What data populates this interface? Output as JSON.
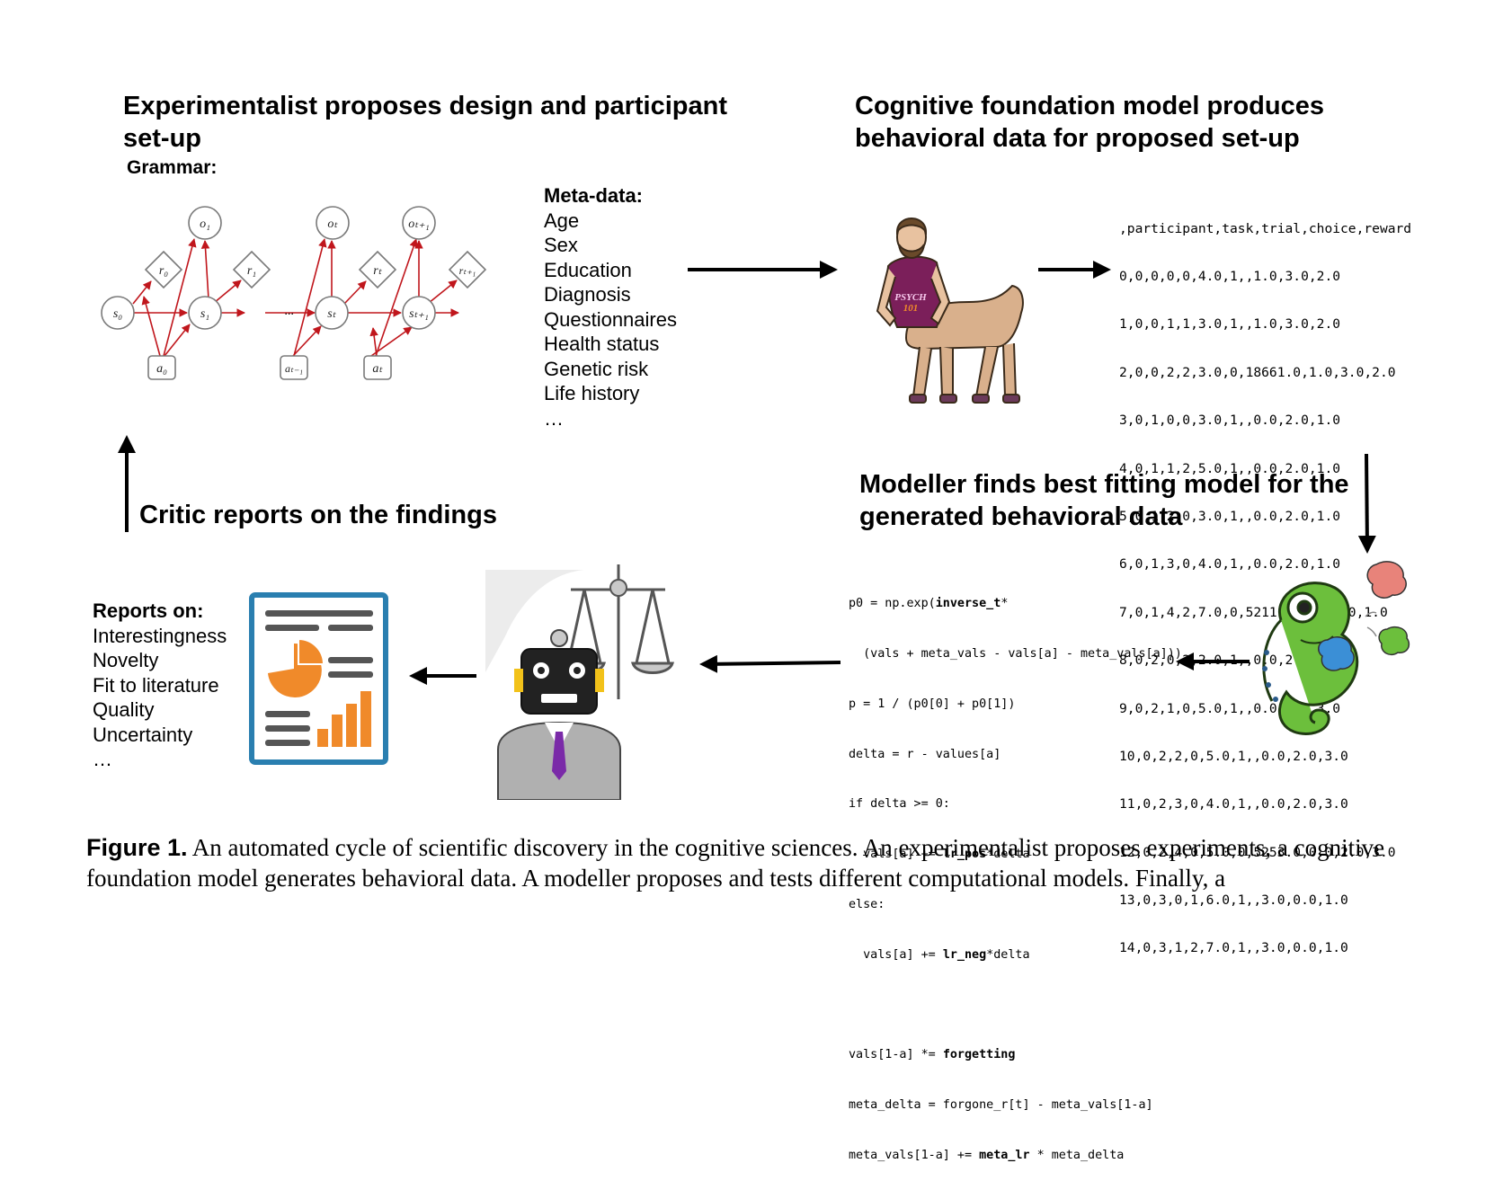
{
  "panels": {
    "experimentalist": {
      "title": "Experimentalist proposes design and participant set-up",
      "grammar_label": "Grammar:",
      "graph": {
        "nodes": {
          "o1": "o₁",
          "ot": "oₜ",
          "ot1": "oₜ₊₁",
          "r0": "r₀",
          "r1": "r₁",
          "rt": "rₜ",
          "rt1": "rₜ₊₁",
          "s0": "s₀",
          "s1": "s₁",
          "st": "sₜ",
          "st1": "sₜ₊₁",
          "a0": "a₀",
          "at_1": "aₜ₋₁",
          "at": "aₜ"
        },
        "ellipsis": "..."
      },
      "metadata": {
        "header": "Meta-data:",
        "items": [
          "Age",
          "Sex",
          "Education",
          "Diagnosis",
          "Questionnaires",
          "Health status",
          "Genetic risk",
          "Life history",
          "…"
        ]
      }
    },
    "foundation_model": {
      "title": "Cognitive foundation model produces behavioral data for proposed set-up",
      "badge_line1": "PSYCH",
      "badge_line2": "101",
      "csv_lines": [
        ",participant,task,trial,choice,reward",
        "0,0,0,0,0,4.0,1,,1.0,3.0,2.0",
        "1,0,0,1,1,3.0,1,,1.0,3.0,2.0",
        "2,0,0,2,2,3.0,0,18661.0,1.0,3.0,2.0",
        "3,0,1,0,0,3.0,1,,0.0,2.0,1.0",
        "4,0,1,1,2,5.0,1,,0.0,2.0,1.0",
        "5,0,1,2,0,3.0,1,,0.0,2.0,1.0",
        "6,0,1,3,0,4.0,1,,0.0,2.0,1.0",
        "7,0,1,4,2,7.0,0,5211.0,0.0,2.0,1.0",
        "8,0,2,0,2,2.0,1,,0.0,2.0,3.0",
        "9,0,2,1,0,5.0,1,,0.0,2.0,3.0",
        "10,0,2,2,0,5.0,1,,0.0,2.0,3.0",
        "11,0,2,3,0,4.0,1,,0.0,2.0,3.0",
        "12,0,2,4,0,5.0,0,5253.0,0.0,2.0,3.0",
        "13,0,3,0,1,6.0,1,,3.0,0.0,1.0",
        "14,0,3,1,2,7.0,1,,3.0,0.0,1.0"
      ]
    },
    "modeller": {
      "title": "Modeller finds best fitting model for the generated behavioral data",
      "code": {
        "l1a": "p0 = np.exp(",
        "l1b": "inverse_t",
        "l1c": "*",
        "l2": "  (vals + meta_vals - vals[a] - meta_vals[a]))",
        "l3": "p = 1 / (p0[0] + p0[1])",
        "l4": "delta = r - values[a]",
        "l5": "if delta >= 0:",
        "l6a": "  vals[a] += ",
        "l6b": "lr_pos",
        "l6c": "*delta",
        "l7": "else:",
        "l8a": "  vals[a] += ",
        "l8b": "lr_neg",
        "l8c": "*delta",
        "l9a": "vals[1-a] *= ",
        "l9b": "forgetting",
        "l10": "meta_delta = forgone_r[t] - meta_vals[1-a]",
        "l11a": "meta_vals[1-a] += ",
        "l11b": "meta_lr",
        "l11c": " * meta_delta"
      }
    },
    "critic": {
      "title": "Critic reports on the findings",
      "reports": {
        "header": "Reports on:",
        "items": [
          "Interestingness",
          "Novelty",
          "Fit to literature",
          "Quality",
          "Uncertainty",
          "…"
        ]
      }
    }
  },
  "caption": {
    "label": "Figure 1.",
    "text": "An automated cycle of scientific discovery in the cognitive sciences. An experimentalist proposes experiments, a cognitive foundation model generates behavioral data. A modeller proposes and tests different computational models. Finally, a"
  },
  "colors": {
    "graph_arrow": "#c0161c",
    "graph_node": "#7a7a7a",
    "report_frame": "#2a7fb0",
    "report_orange": "#f08a2a",
    "shirt": "#7b1f5a",
    "chameleon": "#6cbf3c"
  }
}
